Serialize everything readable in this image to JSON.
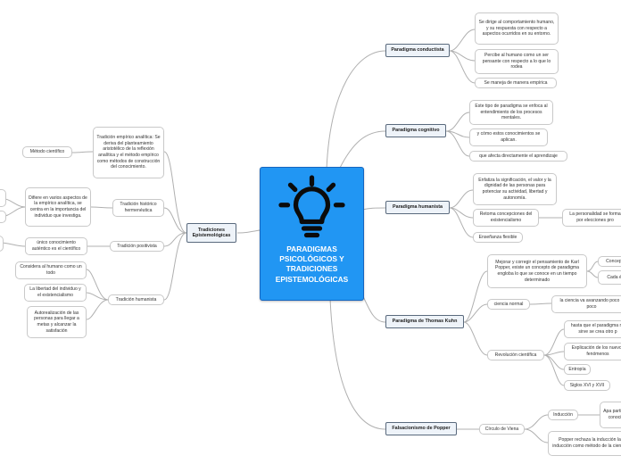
{
  "central": {
    "title": "PARADIGMAS\nPSICOLÓGICOS Y\nTRADICIONES\nEPISTEMOLÓGICAS",
    "icon": "lightbulb-icon"
  },
  "colors": {
    "central": "#2196f3",
    "link": "#b0b0b0",
    "main_fill": "#eef3f9",
    "main_border": "#5a6a7d"
  },
  "main_topics": [
    {
      "label": "Paradigma conductista"
    },
    {
      "label": "Paradigma cognitivo"
    },
    {
      "label": "Paradigma humanista"
    },
    {
      "label": "Paradigma de Thomas Kuhn"
    },
    {
      "label": "Falsacionismo de Popper"
    },
    {
      "label": "Tradiciones\nEpistemológicas"
    }
  ],
  "subtopics": [
    {
      "label": "Se dirige al comportamiento humano, y su respuesta con respecto a aspectos ocurridos en su entorno."
    },
    {
      "label": "Percibe al humano como un ser pensante con respecto a lo que lo rodea"
    },
    {
      "label": "Se maneja de manera empírica"
    },
    {
      "label": "Este tipo de paradigma se enfoca al entendimiento de los procesos mentales."
    },
    {
      "label": "y cómo estos conocimientos se aplican."
    },
    {
      "label": "que afecta directamente el aprendizaje"
    },
    {
      "label": "Enfatiza la significación, el valor y la dignidad de las personas para potenciar su actividad, libertad y autonomía."
    },
    {
      "label": "Retoma concepciones del existencialismo"
    },
    {
      "label": "La personalidad se forma por elecciones pro"
    },
    {
      "label": "Enseñanza flexible"
    },
    {
      "label": "Mejorar y corregir el pensamiento de Karl Popper, existe un concepto de paradigma engloba lo que se conoce en un tiempo determinado"
    },
    {
      "label": "Concepto"
    },
    {
      "label": "Cada ép"
    },
    {
      "label": "ciencia normal"
    },
    {
      "label": "la ciencia va avanzando poco a poco"
    },
    {
      "label": "Revolución científica"
    },
    {
      "label": "hasta que el paradigma no sirve se crea otro p"
    },
    {
      "label": "Explicación de los nuevos fenómenos"
    },
    {
      "label": "Entropía"
    },
    {
      "label": "Siglos XVI y XVII"
    },
    {
      "label": "Círculo de Viena"
    },
    {
      "label": "Inducción"
    },
    {
      "label": "Apa particu conoci"
    },
    {
      "label": "Popper rechaza la inducción la inducción como método de la ciencia"
    },
    {
      "label": "Tradición empírico analítica: Se deriva del planteamiento aristotélico de la reflexión analítica y el método empírico como métodos de construcción del conocimiento."
    },
    {
      "label": "Método científico"
    },
    {
      "label": "Tradición histórico hermenéutica"
    },
    {
      "label": "Difiere en varios aspectos de la empírico analítica, se centra en la importancia del individuo que investiga."
    },
    {
      "label": "Tradición positivista"
    },
    {
      "label": "único conocimiento auténtico es el científico"
    },
    {
      "label": "Tradición humanista"
    },
    {
      "label": "Considera al humano como un todo"
    },
    {
      "label": "La libertad del individuo y el existencialismo"
    },
    {
      "label": "Autorealización de las personas para llegar a metas y alcanzar la satisfación"
    }
  ]
}
